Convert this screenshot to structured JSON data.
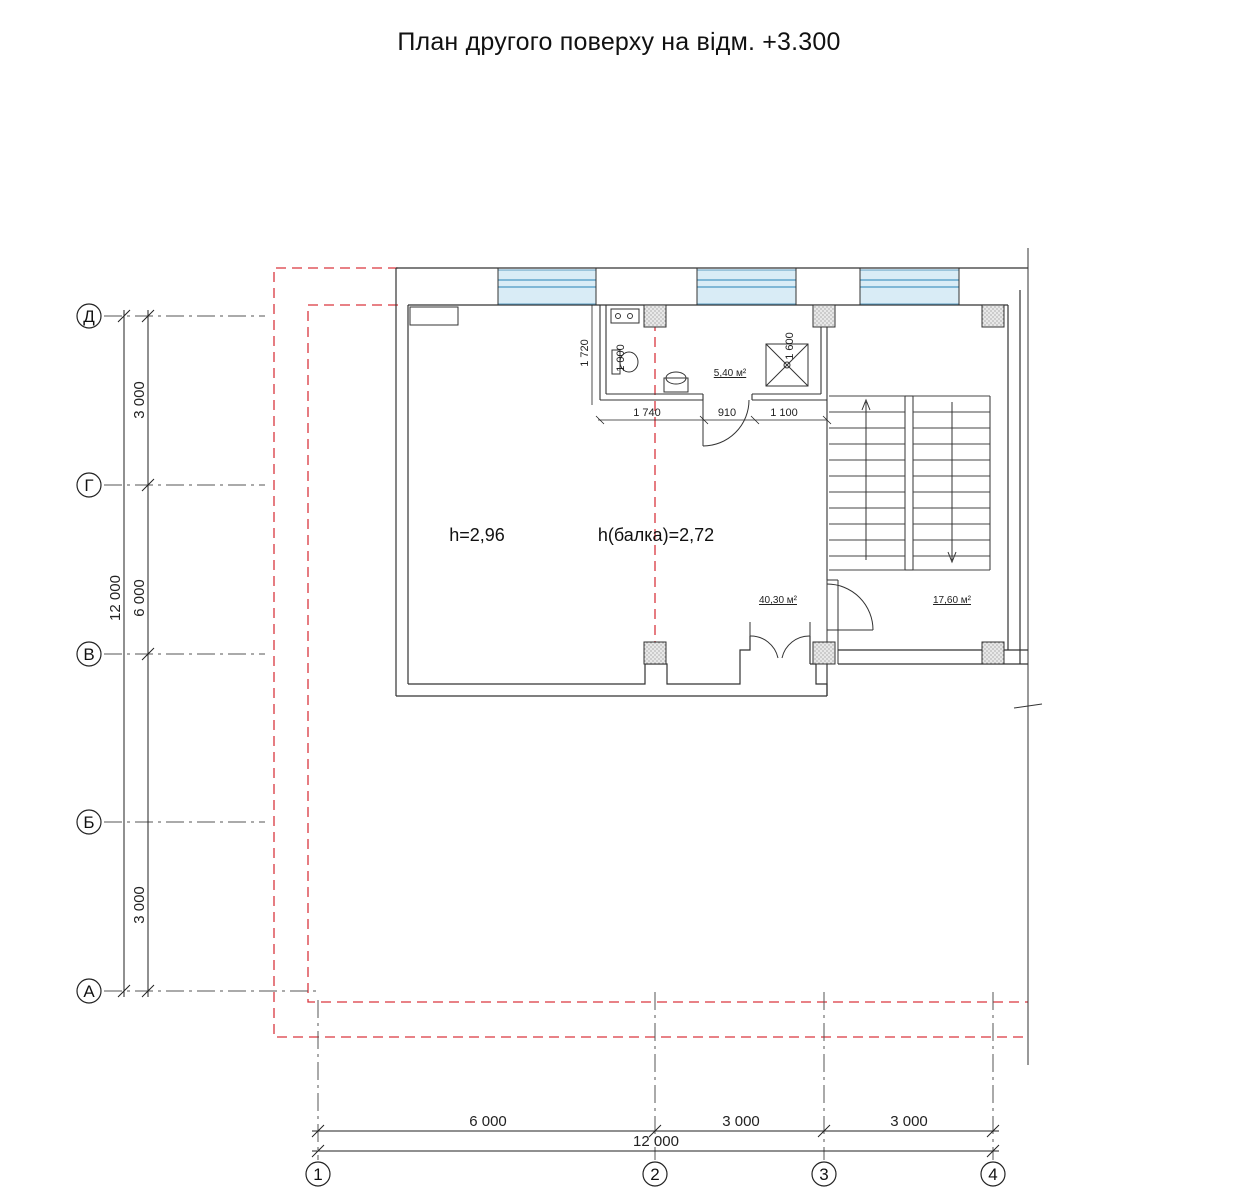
{
  "title": "План другого поверху на відм. +3.300",
  "axes": {
    "rows": [
      "Д",
      "Г",
      "В",
      "Б",
      "А"
    ],
    "columns": [
      "1",
      "2",
      "3",
      "4"
    ]
  },
  "dimensions": {
    "left_outer": [
      "3 000",
      "6 000",
      "3 000"
    ],
    "left_total": "12 000",
    "bottom_spans": [
      "6 000",
      "3 000",
      "3 000"
    ],
    "bottom_total": "12 000",
    "bathroom_height": "1 720",
    "wc_depth": "1 000",
    "shower_depth": "1 600",
    "bathroom_widths": [
      "1 740",
      "910",
      "1 100"
    ]
  },
  "rooms": {
    "bathroom_area": "5,40 м²",
    "hall_area": "40,30 м²",
    "stair_area": "17,60 м²"
  },
  "heights": {
    "ceiling": "h=2,96",
    "beam": "h(балка)=2,72"
  },
  "colors": {
    "red_dashed": "#d9363e",
    "window_blue": "#7fb7d6",
    "wall": "#333333",
    "axis": "#444444"
  }
}
